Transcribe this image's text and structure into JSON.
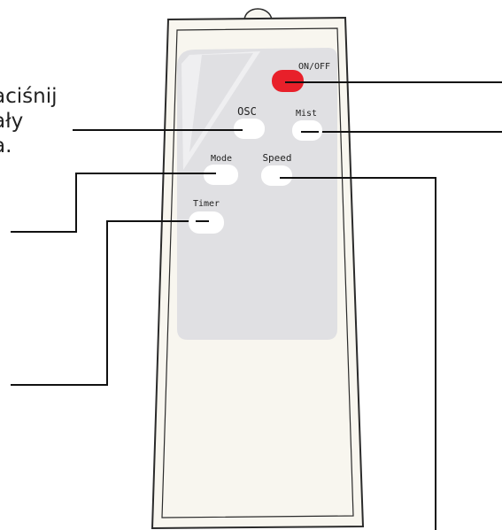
{
  "callout_text": {
    "line1": "aciśnij",
    "line2": "ały",
    "line3": "a."
  },
  "remote": {
    "buttons": {
      "on_off": "ON/OFF",
      "osc": "OSC",
      "mist": "Mist",
      "mode": "Mode",
      "speed": "Speed",
      "timer": "Timer"
    }
  },
  "colors": {
    "body": "#f8f6ef",
    "outline": "#2b2b2b",
    "panel": "#e0e0e3",
    "button": "#ffffff",
    "power_button": "#e8202a",
    "line": "#111111"
  }
}
